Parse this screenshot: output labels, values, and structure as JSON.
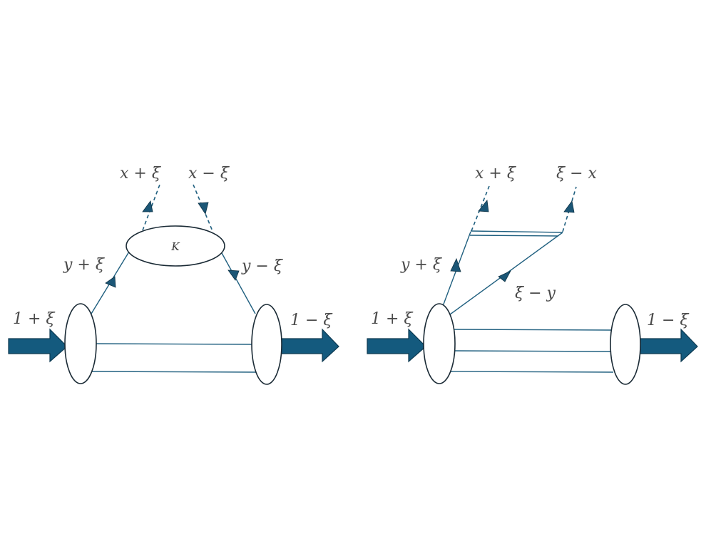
{
  "diagram": {
    "left": {
      "incoming_label": "1 + ξ",
      "outgoing_label": "1 − ξ",
      "left_parton_label": "y + ξ",
      "right_parton_label": "y − ξ",
      "kernel_label": "K",
      "top_left_label": "x + ξ",
      "top_right_label": "x − ξ"
    },
    "right": {
      "incoming_label": "1 + ξ",
      "outgoing_label": "1 − ξ",
      "left_parton_label": "y + ξ",
      "middle_parton_label": "ξ − y",
      "top_left_label": "x + ξ",
      "top_right_label": "ξ − x"
    },
    "colors": {
      "line": "#1f5f7f",
      "arrow": "#145a7e",
      "outline": "#1a2a35"
    }
  }
}
